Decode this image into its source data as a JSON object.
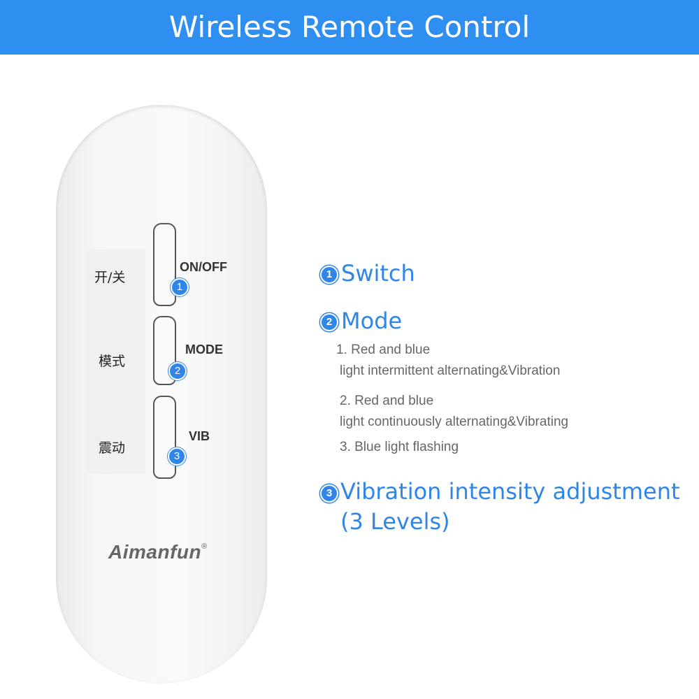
{
  "header": {
    "title": "Wireless Remote Control"
  },
  "remote": {
    "buttons": [
      {
        "cn": "开/关",
        "label": "ON/OFF",
        "num": "1"
      },
      {
        "cn": "模式",
        "label": "MODE",
        "num": "2"
      },
      {
        "cn": "震动",
        "label": "VIB",
        "num": "3"
      }
    ],
    "brand": "Aimanfun",
    "brand_mark": "®"
  },
  "features": [
    {
      "num": "1",
      "title": "Switch"
    },
    {
      "num": "2",
      "title": "Mode",
      "items": [
        "1. Red and blue",
        "light intermittent alternating&Vibration",
        "2. Red and blue",
        "light continuously alternating&Vibrating",
        "3. Blue light flashing"
      ]
    },
    {
      "num": "3",
      "title": "Vibration intensity adjustment",
      "title2": "(3 Levels)"
    }
  ],
  "colors": {
    "accent": "#2f8ff0",
    "text_gray": "#666666"
  }
}
